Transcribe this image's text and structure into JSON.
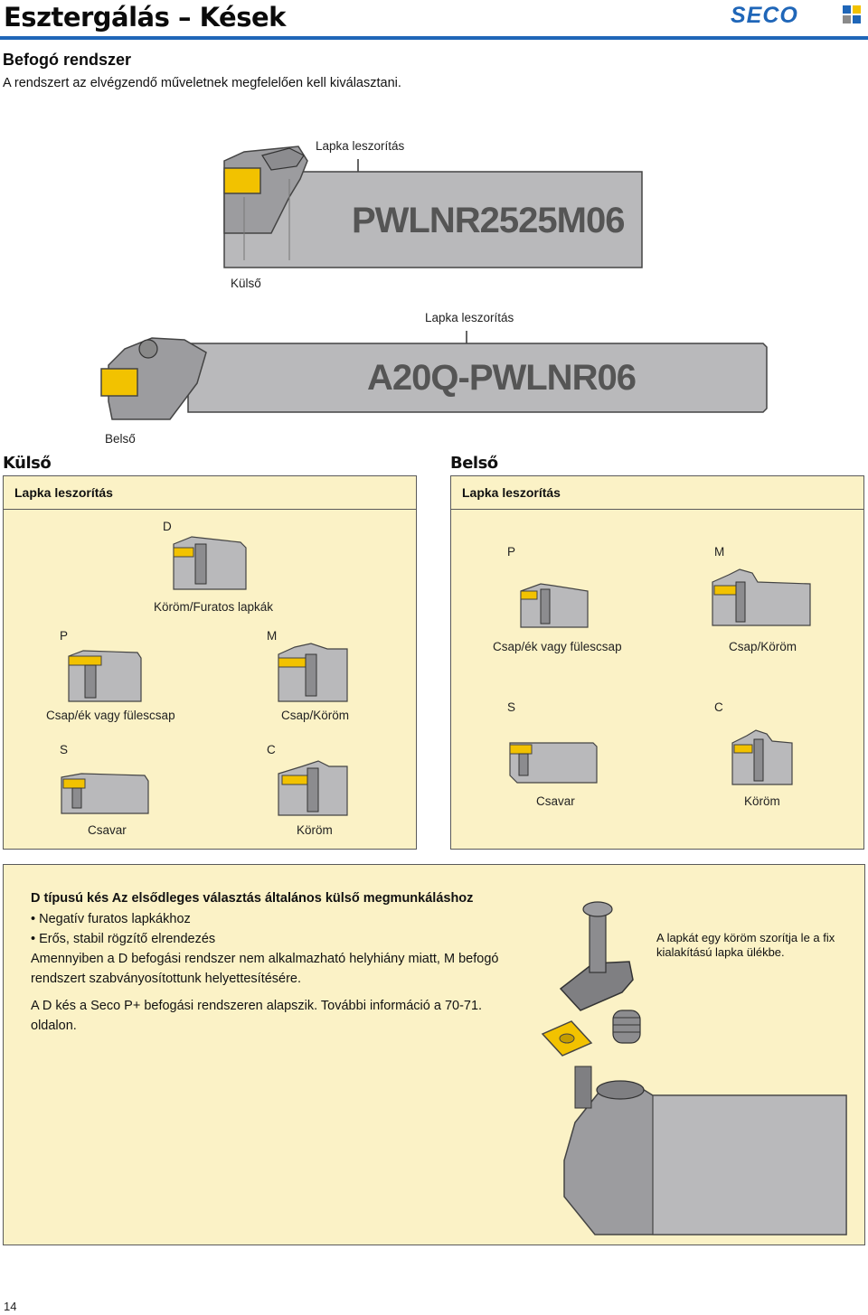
{
  "header": {
    "title": "Esztergálás – Kések",
    "logo_text": "SECO",
    "accent_color": "#1f66b8"
  },
  "section": {
    "title": "Befogó rendszer",
    "intro": "A rendszert az elvégzendő műveletnek megfelelően kell kiválasztani."
  },
  "hero_external": {
    "callout": "Lapka leszorítás",
    "code": "PWLNR2525M06",
    "caption": "Külső"
  },
  "hero_internal": {
    "callout": "Lapka leszorítás",
    "code": "A20Q-PWLNR06",
    "caption": "Belső"
  },
  "panel_external": {
    "heading": "Külső",
    "subheading": "Lapka leszorítás",
    "items": {
      "d": {
        "letter": "D",
        "caption": "Köröm/Furatos lapkák"
      },
      "p": {
        "letter": "P",
        "caption": "Csap/ék vagy fülescsap"
      },
      "m": {
        "letter": "M",
        "caption": "Csap/Köröm"
      },
      "s": {
        "letter": "S",
        "caption": "Csavar"
      },
      "c": {
        "letter": "C",
        "caption": "Köröm"
      }
    }
  },
  "panel_internal": {
    "heading": "Belső",
    "subheading": "Lapka leszorítás",
    "items": {
      "p": {
        "letter": "P",
        "caption": "Csap/ék vagy fülescsap"
      },
      "m": {
        "letter": "M",
        "caption": "Csap/Köröm"
      },
      "s": {
        "letter": "S",
        "caption": "Csavar"
      },
      "c": {
        "letter": "C",
        "caption": "Köröm"
      }
    }
  },
  "info_box": {
    "title": "D típusú kés Az elsődleges választás általános külső megmunkáláshoz",
    "bullets": [
      "• Negatív furatos lapkákhoz",
      "• Erős, stabil rögzítő elrendezés"
    ],
    "para1": "Amennyiben a D befogási rendszer nem alkalmazható helyhiány miatt, M befogó rendszert szabványosítottunk helyettesítésére.",
    "para2": "A D kés a Seco P+ befogási rendszeren alapszik. További információ a 70-71. oldalon.",
    "side_note": "A lapkát egy köröm szorítja le a fix kialakítású lapka ülékbe."
  },
  "footer": {
    "page_number": "14"
  }
}
